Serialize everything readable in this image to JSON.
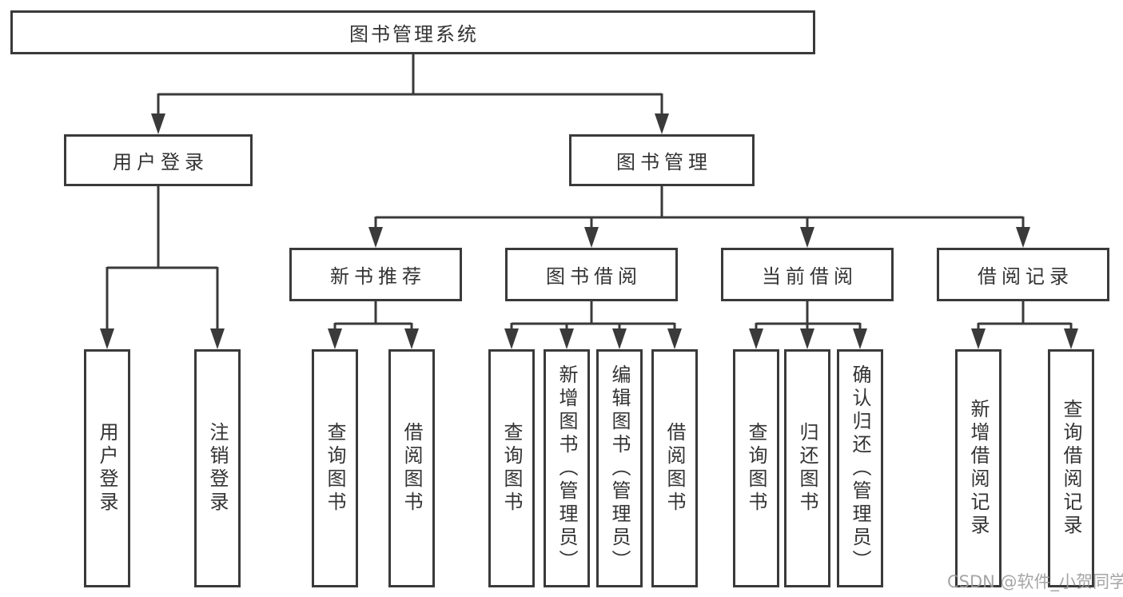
{
  "diagram": {
    "title": "图书管理系统",
    "type": "feature-tree",
    "colors": {
      "line": "#3a3a3a",
      "text": "#333333",
      "box_background": "#ffffff",
      "page_background": "#ffffff",
      "watermark": "#9c9c9c"
    },
    "tree": {
      "root": {
        "label": "图书管理系统"
      },
      "level2": [
        {
          "label": "用户登录",
          "parent": "图书管理系统"
        },
        {
          "label": "图书管理",
          "parent": "图书管理系统"
        }
      ],
      "level3": [
        {
          "label": "新书推荐",
          "parent": "图书管理"
        },
        {
          "label": "图书借阅",
          "parent": "图书管理"
        },
        {
          "label": "当前借阅",
          "parent": "图书管理"
        },
        {
          "label": "借阅记录",
          "parent": "图书管理"
        }
      ],
      "leaves": [
        {
          "label": "用户登录",
          "parent": "用户登录"
        },
        {
          "label": "注销登录",
          "parent": "用户登录"
        },
        {
          "label": "查询图书",
          "parent": "新书推荐"
        },
        {
          "label": "借阅图书",
          "parent": "新书推荐"
        },
        {
          "label": "查询图书",
          "parent": "图书借阅"
        },
        {
          "label": "新增图书（管理员）",
          "parent": "图书借阅"
        },
        {
          "label": "编辑图书（管理员）",
          "parent": "图书借阅"
        },
        {
          "label": "借阅图书",
          "parent": "图书借阅"
        },
        {
          "label": "查询图书",
          "parent": "当前借阅"
        },
        {
          "label": "归还图书",
          "parent": "当前借阅"
        },
        {
          "label": "确认归还（管理员）",
          "parent": "当前借阅"
        },
        {
          "label": "新增借阅记录",
          "parent": "借阅记录"
        },
        {
          "label": "查询借阅记录",
          "parent": "借阅记录"
        }
      ]
    },
    "watermark": {
      "text": "CSDN @软件_小贺同学"
    }
  }
}
